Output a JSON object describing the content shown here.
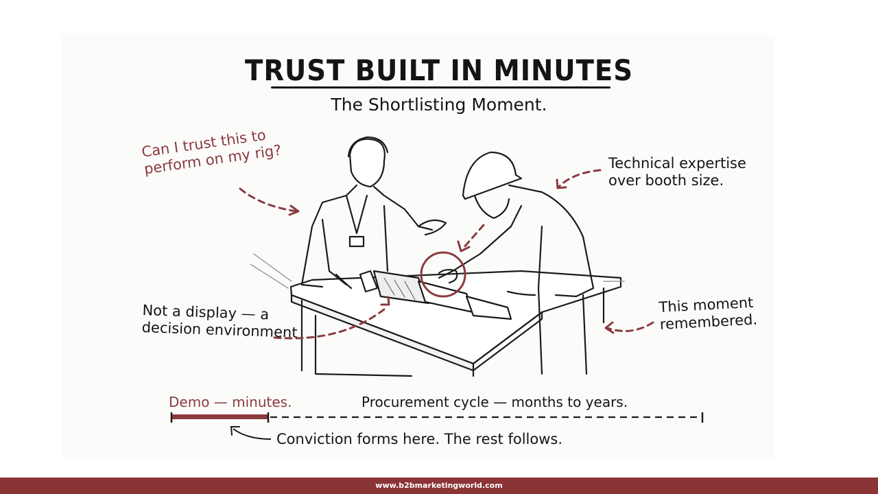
{
  "header": {
    "title": "TRUST BUILT IN MINUTES",
    "subtitle": "The Shortlisting Moment."
  },
  "annotations": {
    "question": "Can I trust this to perform on my rig?",
    "technical": "Technical expertise over booth size.",
    "environment": "Not a display — a decision environment",
    "remembered": "This moment remembered."
  },
  "annotations_lines": {
    "question_1": "Can I trust this to",
    "question_2": "perform on my rig?",
    "technical_1": "Technical expertise",
    "technical_2": "over booth size.",
    "environment_1": "Not a display — a",
    "environment_2": "decision environment",
    "remembered_1": "This moment",
    "remembered_2": "remembered."
  },
  "timeline": {
    "demo_label": "Demo — minutes.",
    "procurement_label": "Procurement cycle — months to years.",
    "conviction_label": "Conviction forms here. The rest follows."
  },
  "illustration": {
    "description": "Sketch of a salesperson with lanyard badge gesturing while an engineer in a hard hat points at a drilling tool on a display table",
    "highlight_icon": "circle-highlight-icon"
  },
  "colors": {
    "accent": "#8b3a3e",
    "ink": "#141414",
    "footer_bg": "#8b3436"
  },
  "footer": {
    "url": "www.b2bmarketingworld.com"
  }
}
